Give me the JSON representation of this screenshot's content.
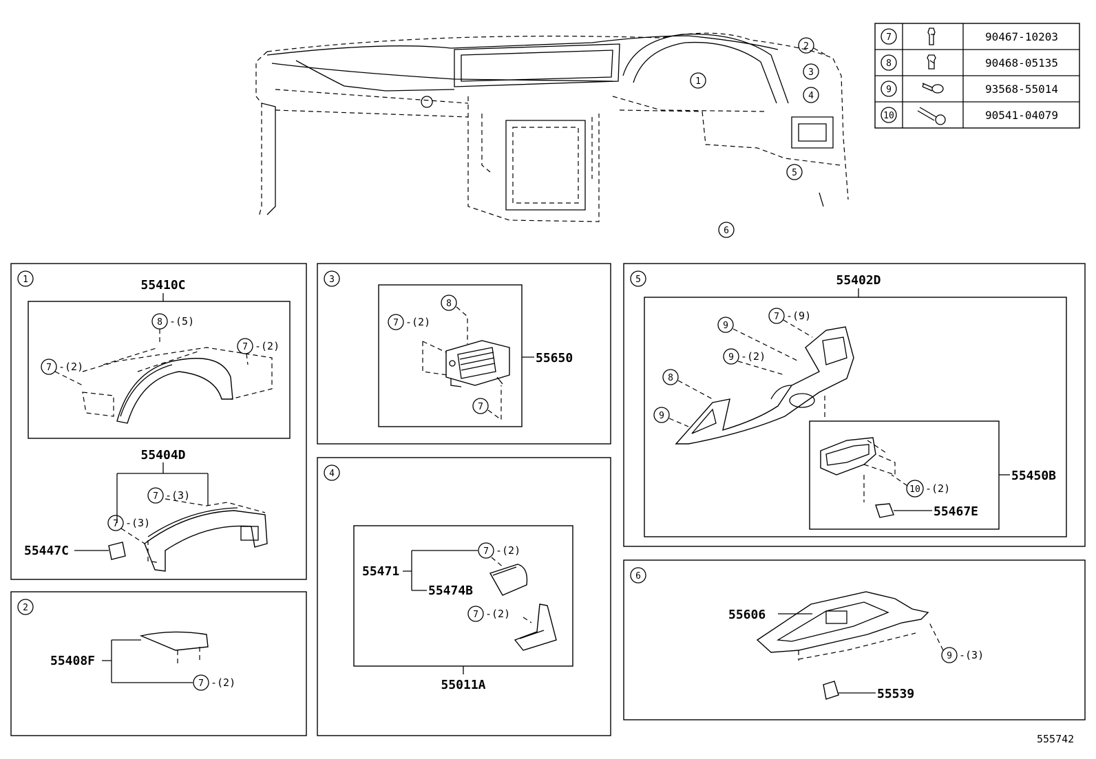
{
  "legend": [
    {
      "ref": "7",
      "part": "90467-10203",
      "icon": "clip-icon"
    },
    {
      "ref": "8",
      "part": "90468-05135",
      "icon": "clip-icon"
    },
    {
      "ref": "9",
      "part": "93568-55014",
      "icon": "screw-icon"
    },
    {
      "ref": "10",
      "part": "90541-04079",
      "icon": "cushion-icon"
    }
  ],
  "overview": {
    "callouts": [
      "1",
      "2",
      "3",
      "4",
      "5",
      "6"
    ]
  },
  "panels": {
    "p1": {
      "index": "1",
      "labels": {
        "a": "55410C",
        "b": "55404D",
        "c": "55447C"
      },
      "callouts": {
        "c8": "8",
        "c8q": "-(5)",
        "c7a": "7",
        "c7aq": "-(2)",
        "c7b": "7",
        "c7bq": "-(2)",
        "c7c": "7",
        "c7cq": "-(3)",
        "c7d": "7",
        "c7dq": "-(3)"
      }
    },
    "p2": {
      "index": "2",
      "labels": {
        "a": "55408F"
      },
      "callouts": {
        "c7": "7",
        "c7q": "-(2)"
      }
    },
    "p3": {
      "index": "3",
      "labels": {
        "a": "55650"
      },
      "callouts": {
        "c8": "8",
        "c7a": "7",
        "c7aq": "-(2)",
        "c7b": "7"
      }
    },
    "p4": {
      "index": "4",
      "labels": {
        "a": "55471",
        "b": "55474B",
        "c": "55011A"
      },
      "callouts": {
        "c7a": "7",
        "c7aq": "-(2)",
        "c7b": "7",
        "c7bq": "-(2)"
      }
    },
    "p5": {
      "index": "5",
      "labels": {
        "a": "55402D",
        "b": "55450B",
        "c": "55467E"
      },
      "callouts": {
        "c9a": "9",
        "c7": "7",
        "c7q": "-(9)",
        "c9b": "9",
        "c9bq": "-(2)",
        "c8": "8",
        "c9c": "9",
        "c10": "10",
        "c10q": "-(2)"
      }
    },
    "p6": {
      "index": "6",
      "labels": {
        "a": "55606",
        "b": "55539"
      },
      "callouts": {
        "c9": "9",
        "c9q": "-(3)"
      }
    }
  },
  "sheet_number": "555742"
}
